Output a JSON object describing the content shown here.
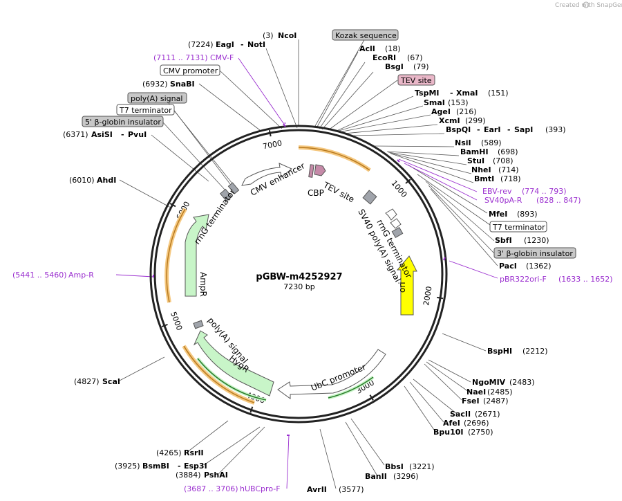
{
  "header": {
    "credit": "Created with SnapGene"
  },
  "plasmid": {
    "name": "pGBW-m4252927",
    "size": "7230 bp",
    "length": 7230
  },
  "colors": {
    "primer": "#9a2ecf",
    "orf": "#f5a623",
    "feature_green": "#c8f5c8",
    "ori": "#ffff00",
    "terminator": "#a0a4ab",
    "cbp": "#c58aa8"
  },
  "ticks": [
    "1000",
    "2000",
    "3000",
    "4000",
    "5000",
    "6000",
    "7000"
  ],
  "sites": [
    {
      "num": "(3)",
      "name": "NcoI"
    },
    {
      "num": "(7224)",
      "name": "EagI",
      "name2": "NotI"
    },
    {
      "name": "AclI",
      "num": "(18)"
    },
    {
      "name": "EcoRI",
      "num": "(67)"
    },
    {
      "name": "BsgI",
      "num": "(79)"
    },
    {
      "name": "TspMI",
      "name2": "XmaI",
      "num": "(151)"
    },
    {
      "name": "SmaI",
      "num": "(153)"
    },
    {
      "name": "AgeI",
      "num": "(216)"
    },
    {
      "name": "XcmI",
      "num": "(299)"
    },
    {
      "name": "BspQI",
      "name2": "EarI",
      "name3": "SapI",
      "num": "(393)"
    },
    {
      "name": "NsiI",
      "num": "(589)"
    },
    {
      "name": "BamHI",
      "num": "(698)"
    },
    {
      "name": "StuI",
      "num": "(708)"
    },
    {
      "name": "NheI",
      "num": "(714)"
    },
    {
      "name": "BmtI",
      "num": "(718)"
    },
    {
      "name": "MfeI",
      "num": "(893)"
    },
    {
      "name": "SbfI",
      "num": "(1230)"
    },
    {
      "name": "PacI",
      "num": "(1362)"
    },
    {
      "num": "(6932)",
      "name": "SnaBI"
    },
    {
      "num": "(6371)",
      "name": "AsiSI",
      "name2": "PvuI"
    },
    {
      "num": "(6010)",
      "name": "AhdI"
    },
    {
      "name": "BspHI",
      "num": "(2212)"
    },
    {
      "name": "NgoMIV",
      "num": "(2483)"
    },
    {
      "name": "NaeI",
      "num": "(2485)"
    },
    {
      "name": "FseI",
      "num": "(2487)"
    },
    {
      "name": "SacII",
      "num": "(2671)"
    },
    {
      "name": "AfeI",
      "num": "(2696)"
    },
    {
      "name": "Bpu10I",
      "num": "(2750)"
    },
    {
      "name": "BbsI",
      "num": "(3221)"
    },
    {
      "name": "BanII",
      "num": "(3296)"
    },
    {
      "name": "AvrII",
      "num": "(3577)"
    },
    {
      "num": "(4827)",
      "name": "ScaI"
    },
    {
      "num": "(4265)",
      "name": "RsrII"
    },
    {
      "num": "(3925)",
      "name": "BsmBI",
      "name2": "Esp3I"
    },
    {
      "num": "(3884)",
      "name": "PshAI"
    }
  ],
  "primers": [
    {
      "num": "(7111 .. 7131)",
      "name": "CMV-F"
    },
    {
      "name": "EBV-rev",
      "num": "(774 .. 793)"
    },
    {
      "name": "SV40pA-R",
      "num": "(828 .. 847)"
    },
    {
      "name": "pBR322ori-F",
      "num": "(1633 .. 1652)"
    },
    {
      "num": "(3687 .. 3706)",
      "name": "hUBCpro-F"
    },
    {
      "num": "(5441 .. 5460)",
      "name": "Amp-R"
    }
  ],
  "boxed_labels": {
    "kozak": "Kozak sequence",
    "tev": "TEV site",
    "cmv_promoter": "CMV promoter",
    "polya": "poly(A) signal",
    "t7_left": "T7 terminator",
    "beta5": "5' β-globin insulator",
    "t7_right": "T7 terminator",
    "beta3": "3' β-globin insulator"
  },
  "features": {
    "cmv_enhancer": "CMV enhancer",
    "cbp": "CBP",
    "tev_site": "TEV site",
    "rrng_left": "rrnG terminator",
    "rrng_right": "rrnG terminator",
    "sv40": "SV40 poly(A) signal",
    "ori": "ori",
    "ampr": "AmpR",
    "polya_inner": "poly(A) signal",
    "hygr": "HygR",
    "ubc": "UbC promoter"
  }
}
